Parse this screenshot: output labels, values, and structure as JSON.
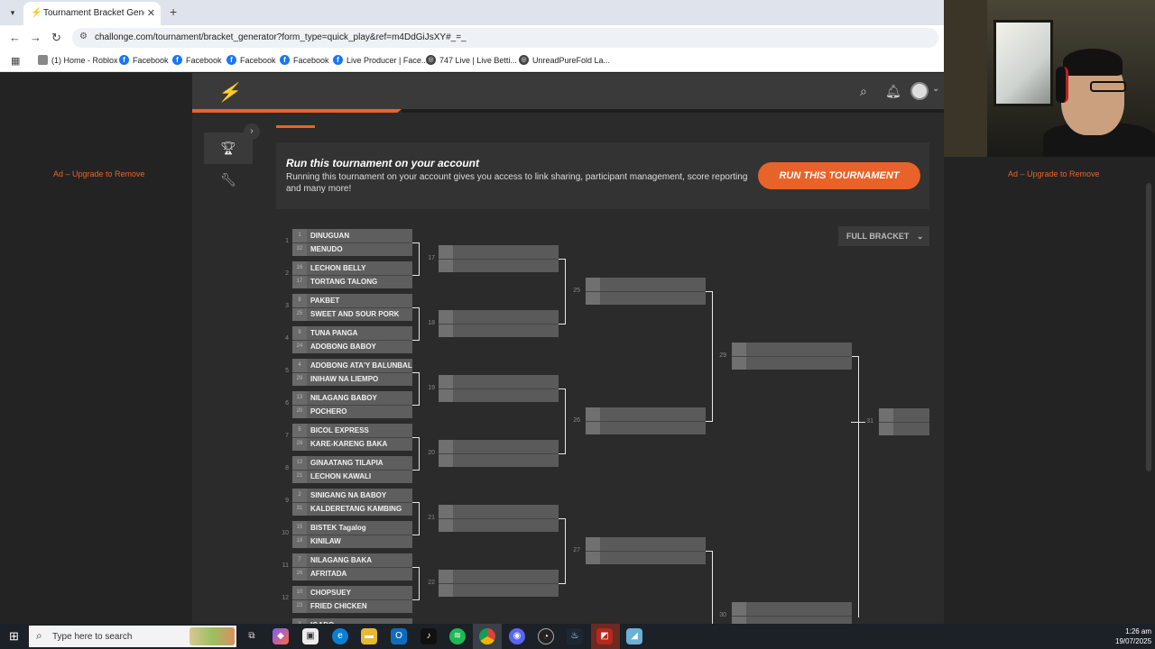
{
  "browser": {
    "tab_title": "Tournament Bracket Generator",
    "tab_close": "✕",
    "new_tab": "+",
    "url": "challonge.com/tournament/bracket_generator?form_type=quick_play&ref=m4DdGiJsXY#_=_",
    "bookmarks": [
      {
        "label": "(1) Home - Roblox",
        "icon": "roblox-icon"
      },
      {
        "label": "Facebook",
        "icon": "facebook-icon"
      },
      {
        "label": "Facebook",
        "icon": "facebook-icon"
      },
      {
        "label": "Facebook",
        "icon": "facebook-icon"
      },
      {
        "label": "Facebook",
        "icon": "facebook-icon"
      },
      {
        "label": "Live Producer | Face...",
        "icon": "facebook-icon"
      },
      {
        "label": "747 Live | Live Betti...",
        "icon": "globe-icon"
      },
      {
        "label": "UnreadPureFold La...",
        "icon": "globe-icon"
      }
    ]
  },
  "ads": {
    "left": "Ad – Upgrade to Remove",
    "right": "Ad – Upgrade to Remove"
  },
  "promo": {
    "title": "Run this tournament on your account",
    "text": "Running this tournament on your account gives you access to link sharing, participant management, score reporting and many more!",
    "button": "RUN THIS TOURNAMENT"
  },
  "view_select": {
    "label": "FULL BRACKET",
    "chevron": "⌄"
  },
  "bracket": {
    "round1": [
      {
        "label": "1",
        "top": {
          "seed": "1",
          "name": "DINUGUAN"
        },
        "bottom": {
          "seed": "32",
          "name": "MENUDO"
        }
      },
      {
        "label": "2",
        "top": {
          "seed": "16",
          "name": "LECHON BELLY"
        },
        "bottom": {
          "seed": "17",
          "name": "TORTANG TALONG"
        }
      },
      {
        "label": "3",
        "top": {
          "seed": "8",
          "name": "PAKBET"
        },
        "bottom": {
          "seed": "25",
          "name": "SWEET AND SOUR PORK"
        }
      },
      {
        "label": "4",
        "top": {
          "seed": "9",
          "name": "TUNA PANGA"
        },
        "bottom": {
          "seed": "24",
          "name": "ADOBONG BABOY"
        }
      },
      {
        "label": "5",
        "top": {
          "seed": "4",
          "name": "ADOBONG ATA'Y BALUNBALUNAN"
        },
        "bottom": {
          "seed": "29",
          "name": "INIHAW NA LIEMPO"
        }
      },
      {
        "label": "6",
        "top": {
          "seed": "13",
          "name": "NILAGANG BABOY"
        },
        "bottom": {
          "seed": "20",
          "name": "POCHERO"
        }
      },
      {
        "label": "7",
        "top": {
          "seed": "5",
          "name": "BICOL EXPRESS"
        },
        "bottom": {
          "seed": "28",
          "name": "KARE-KARENG BAKA"
        }
      },
      {
        "label": "8",
        "top": {
          "seed": "12",
          "name": "GINAATANG TILAPIA"
        },
        "bottom": {
          "seed": "21",
          "name": "LECHON KAWALI"
        }
      },
      {
        "label": "9",
        "top": {
          "seed": "2",
          "name": "SINIGANG NA BABOY"
        },
        "bottom": {
          "seed": "31",
          "name": "KALDERETANG KAMBING"
        }
      },
      {
        "label": "10",
        "top": {
          "seed": "15",
          "name": "BISTEK Tagalog"
        },
        "bottom": {
          "seed": "18",
          "name": "KINILAW"
        }
      },
      {
        "label": "11",
        "top": {
          "seed": "7",
          "name": "NILAGANG BAKA"
        },
        "bottom": {
          "seed": "26",
          "name": "AFRITADA"
        }
      },
      {
        "label": "12",
        "top": {
          "seed": "10",
          "name": "CHOPSUEY"
        },
        "bottom": {
          "seed": "23",
          "name": "FRIED CHICKEN"
        }
      },
      {
        "label": "",
        "top": {
          "seed": "3",
          "name": "IGADO"
        },
        "bottom": {
          "seed": "",
          "name": ""
        }
      }
    ],
    "round2_labels": [
      "17",
      "18",
      "19",
      "20",
      "21",
      "22"
    ],
    "round3_labels": [
      "25",
      "26",
      "27"
    ],
    "round4_labels": [
      "29",
      "30"
    ],
    "final_label": "31"
  },
  "taskbar": {
    "search_placeholder": "Type here to search",
    "time": "1:26 am",
    "date": "19/07/2025"
  }
}
